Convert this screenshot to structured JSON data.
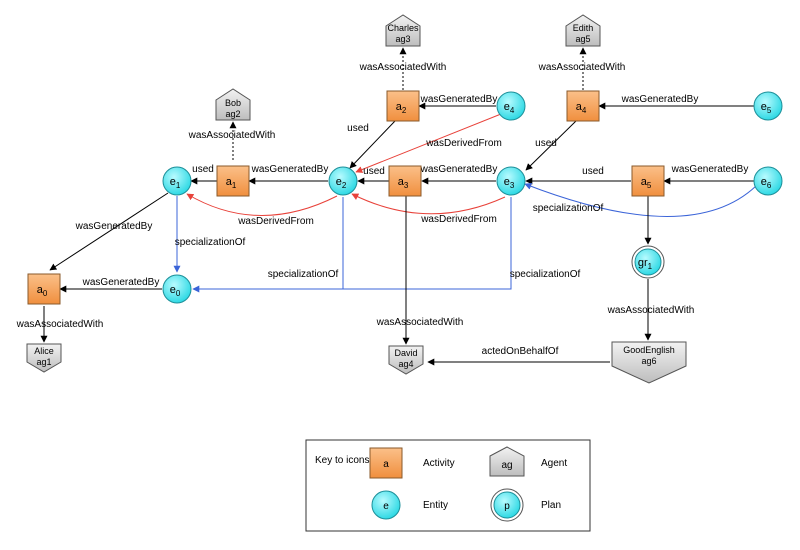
{
  "colors": {
    "activity_fill": "#f7a35c",
    "activity_stroke": "#8a5a2b",
    "entity_fill": "#3fe6ef",
    "entity_stroke": "#1d8f99",
    "agent_fill": "#d9d9d9",
    "agent_stroke": "#555555",
    "edge_default": "#000000",
    "edge_derived": "#e8423a",
    "edge_specialization": "#3b64d8"
  },
  "nodes": {
    "e1": {
      "main": "e",
      "sub": "1"
    },
    "e2": {
      "main": "e",
      "sub": "2"
    },
    "e3": {
      "main": "e",
      "sub": "3"
    },
    "e4": {
      "main": "e",
      "sub": "4"
    },
    "e5": {
      "main": "e",
      "sub": "5"
    },
    "e6": {
      "main": "e",
      "sub": "6"
    },
    "e0": {
      "main": "e",
      "sub": "0"
    },
    "a0": {
      "main": "a",
      "sub": "0"
    },
    "a1": {
      "main": "a",
      "sub": "1"
    },
    "a2": {
      "main": "a",
      "sub": "2"
    },
    "a3": {
      "main": "a",
      "sub": "3"
    },
    "a4": {
      "main": "a",
      "sub": "4"
    },
    "a5": {
      "main": "a",
      "sub": "5"
    },
    "gr1": {
      "main": "gr",
      "sub": "1"
    },
    "alice": {
      "line1": "Alice",
      "line2": "ag1"
    },
    "bob": {
      "line1": "Bob",
      "line2": "ag2"
    },
    "charles": {
      "line1": "Charles",
      "line2": "ag3"
    },
    "david": {
      "line1": "David",
      "line2": "ag4"
    },
    "edith": {
      "line1": "Edith",
      "line2": "ag5"
    },
    "goodenglish": {
      "line1": "GoodEnglish",
      "line2": "ag6"
    }
  },
  "edges": {
    "charles_assoc": "wasAssociatedWith",
    "edith_assoc": "wasAssociatedWith",
    "bob_assoc": "wasAssociatedWith",
    "a2_used": "used",
    "e4_gen": "wasGeneratedBy",
    "e4_derived": "wasDerivedFrom",
    "a4_used": "used",
    "e5_gen": "wasGeneratedBy",
    "a1_used": "used",
    "e2_gen": "wasGeneratedBy",
    "a3_used": "used",
    "e3_gen": "wasGeneratedBy",
    "a5_used": "used",
    "e6_gen": "wasGeneratedBy",
    "e2_derived": "wasDerivedFrom",
    "e3_derived": "wasDerivedFrom",
    "e6_spec": "specializationOf",
    "e1_gen": "wasGeneratedBy",
    "e1_spec": "specializationOf",
    "e2_spec": "specializationOf",
    "e3_spec": "specializationOf",
    "e0_gen": "wasGeneratedBy",
    "alice_assoc": "wasAssociatedWith",
    "david_assoc": "wasAssociatedWith",
    "goodenglish_assoc": "wasAssociatedWith",
    "acted": "actedOnBehalfOf"
  },
  "key": {
    "title": "Key to icons",
    "activity_symbol": "a",
    "activity_label": "Activity",
    "agent_symbol": "ag",
    "agent_label": "Agent",
    "entity_symbol": "e",
    "entity_label": "Entity",
    "plan_symbol": "p",
    "plan_label": "Plan"
  }
}
